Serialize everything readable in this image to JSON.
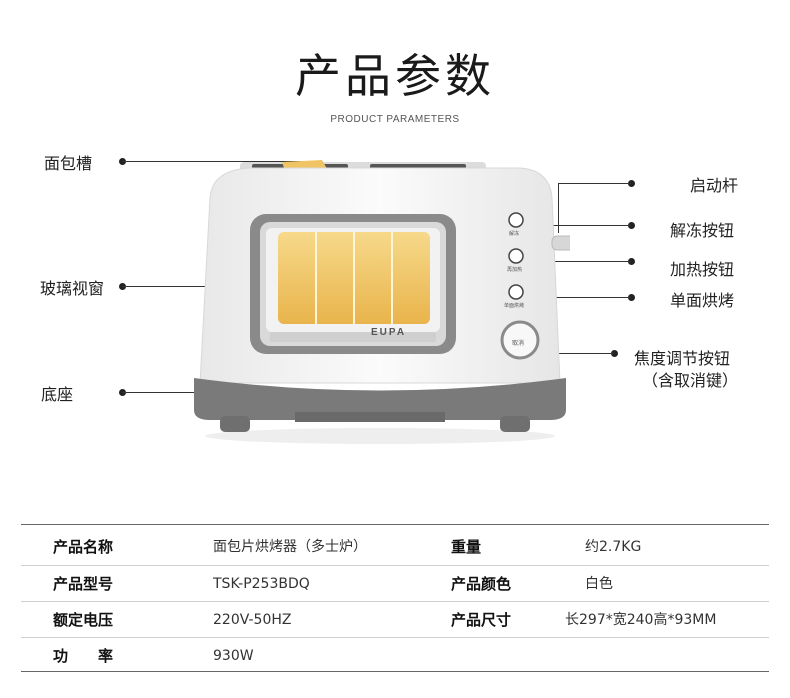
{
  "header": {
    "title": "产品参数",
    "subtitle": "PRODUCT PARAMETERS"
  },
  "callouts": {
    "bread_slot": "面包槽",
    "glass_window": "玻璃视窗",
    "base": "底座",
    "lever": "启动杆",
    "defrost_button": "解冻按钮",
    "reheat_button": "加热按钮",
    "single_side": "单面烘烤",
    "browning_knob_line1": "焦度调节按钮",
    "browning_knob_line2": "（含取消键）"
  },
  "device": {
    "brand": "EUPA",
    "button1": "解冻",
    "button2": "再加热",
    "button3": "单面烘烤",
    "knob": "取消"
  },
  "colors": {
    "body": "#f3f3f3",
    "trim": "#7a7a7a",
    "toast": "#f0c465"
  },
  "specs": [
    {
      "l1": "产品名称",
      "v1": "面包片烘烤器（多士炉）",
      "l2": "重量",
      "v2": "约2.7KG"
    },
    {
      "l1": "产品型号",
      "v1": "TSK-P253BDQ",
      "l2": "产品颜色",
      "v2": "白色"
    },
    {
      "l1": "额定电压",
      "v1": "220V-50HZ",
      "l2": "产品尺寸",
      "v2": "长297*宽240高*93MM"
    },
    {
      "l1": "功　　率",
      "v1": "930W",
      "l2": "",
      "v2": ""
    }
  ]
}
